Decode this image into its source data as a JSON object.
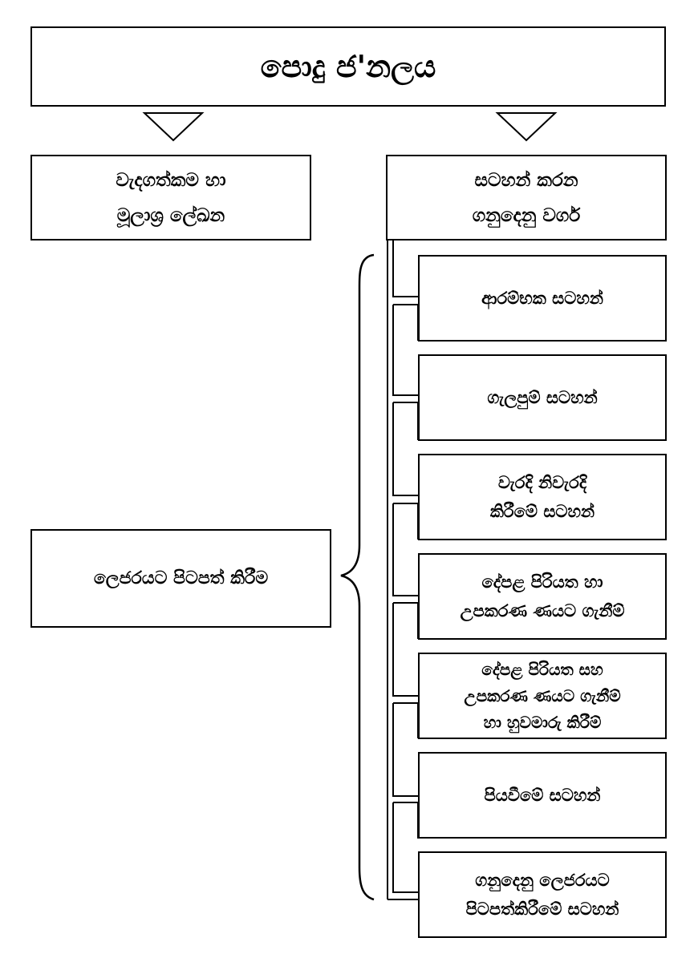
{
  "title": "පොදු ජ'නලය",
  "left_branch": {
    "lines": [
      "වැදගත්කම හා",
      "මූලාශ්‍ර ලේඛන"
    ]
  },
  "ledger_posting": "ලෙජරයට පිටපත් කිරීම",
  "right_branch": {
    "lines": [
      "සටහන් කරන",
      "ගනුදෙනු වර්ග"
    ]
  },
  "entry_types": [
    {
      "lines": [
        "ආරම්භක සටහන්"
      ]
    },
    {
      "lines": [
        "ගැලපුම් සටහන්"
      ]
    },
    {
      "lines": [
        "වැරදි නිවැරදි",
        "කිරීමේ සටහන්"
      ]
    },
    {
      "lines": [
        "දේපළ පිරියත හා",
        "උපකරණ ණයට ගැනීම්"
      ]
    },
    {
      "lines": [
        "දේපළ පිරියත සහ",
        "උපකරණ ණයට ගැනීම්",
        "හා හුවමාරු කිරීම්"
      ]
    },
    {
      "lines": [
        "පියවීමේ සටහන්"
      ]
    },
    {
      "lines": [
        "ගනුදෙනු ලෙජරයට",
        "පිටපත්කිරීමේ සටහන්"
      ]
    }
  ]
}
